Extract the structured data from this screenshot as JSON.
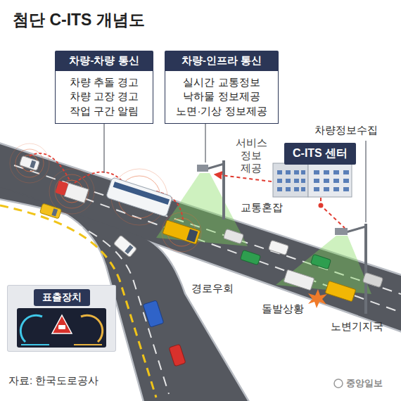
{
  "diagram": {
    "title": "첨단 C-ITS 개념도",
    "caption": "자료: 한국도로공사",
    "nodes": [
      {
        "text": [
          "차량-차량 통신",
          "차량 추돌 경고 차량 고장 경고 작업 구간 알림"
        ]
      },
      {
        "text": [
          "차량-인프라 통신",
          "실시간 교통정보 낙하물 정보제공 노면·기상 정보제공"
        ]
      },
      {
        "text": [
          "C-ITS 센터"
        ]
      },
      {
        "text": [
          "표출장치"
        ]
      }
    ],
    "labels": [
      "차량정보수집",
      "서비스 정보 제공",
      "교통혼잡",
      "경로우회",
      "돌발상황",
      "노변기지국",
      "중앙일보"
    ]
  }
}
